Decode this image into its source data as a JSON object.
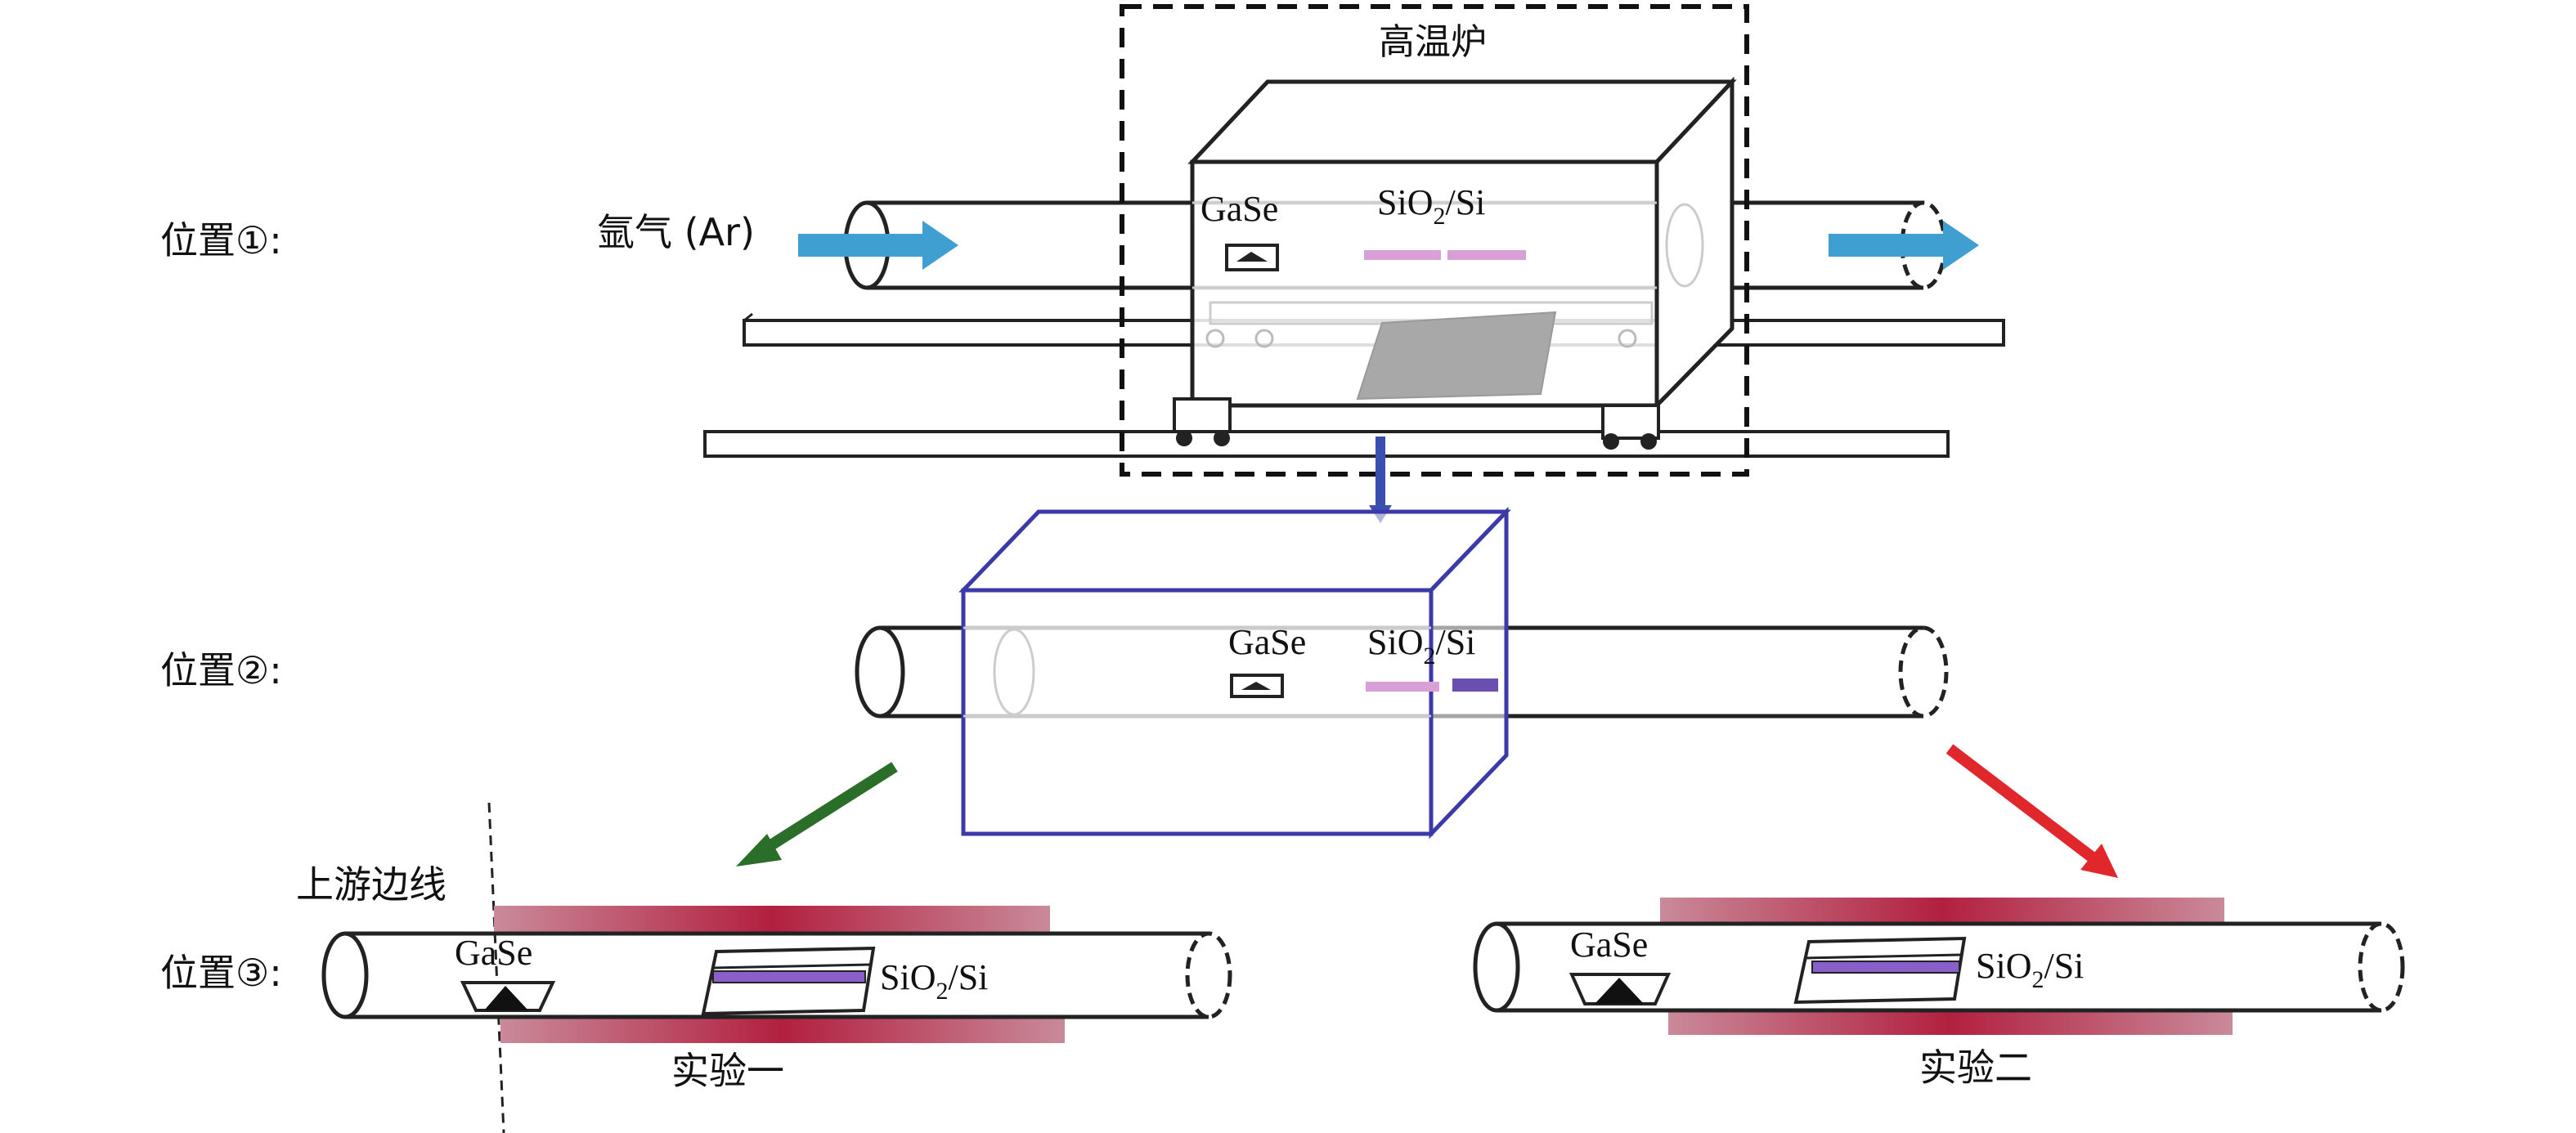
{
  "labels": {
    "furnace": "高温炉",
    "position_1": "位置①:",
    "position_2": "位置②:",
    "position_3": "位置③:",
    "argon": "氩气 (Ar)",
    "gase": "GaSe",
    "substrate_main": "SiO",
    "substrate_sub": "2",
    "substrate_tail": "/Si",
    "upstream_edge": "上游边线",
    "experiment_1": "实验一",
    "experiment_2": "实验二"
  },
  "colors": {
    "gas_arrow": "#3e9fd0",
    "furnace_outline_pos2": "#3b3aa8",
    "move_arrow": "#3b4fb0",
    "green_arrow": "#2a6e2a",
    "red_arrow": "#e0272c",
    "heater": "#b5334e",
    "substrate_film_light": "#d9a0d8",
    "substrate_film_dark": "#8a5fc9"
  }
}
